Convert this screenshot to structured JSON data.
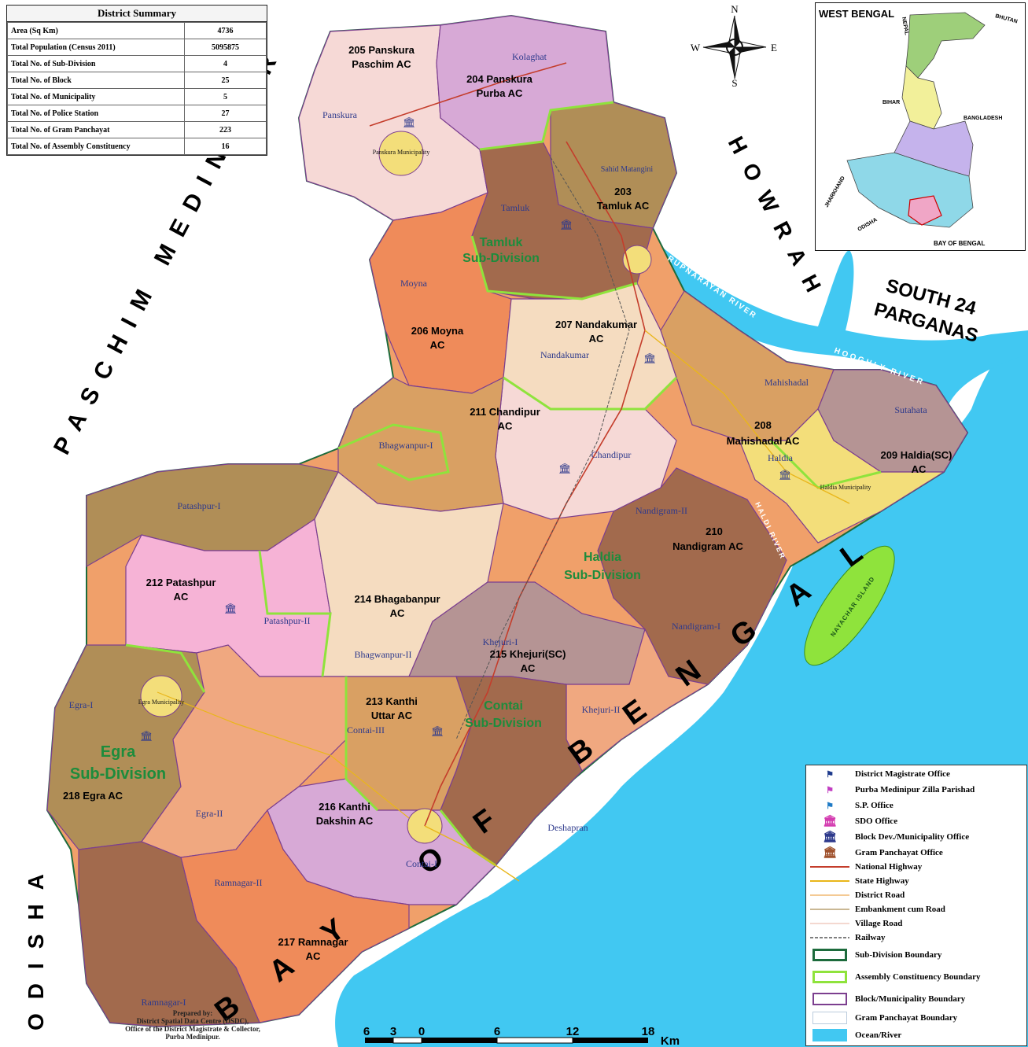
{
  "summary": {
    "title": "District Summary",
    "rows": [
      {
        "label": "Area (Sq Km)",
        "value": "4736"
      },
      {
        "label": "Total Population (Census 2011)",
        "value": "5095875"
      },
      {
        "label": "Total No. of Sub-Division",
        "value": "4"
      },
      {
        "label": "Total No. of Block",
        "value": "25"
      },
      {
        "label": "Total No. of Municipality",
        "value": "5"
      },
      {
        "label": "Total No. of Police Station",
        "value": "27"
      },
      {
        "label": "Total No. of Gram Panchayat",
        "value": "223"
      },
      {
        "label": "Total No. of Assembly Constituency",
        "value": "16"
      }
    ]
  },
  "compass": {
    "n": "N",
    "s": "S",
    "e": "E",
    "w": "W"
  },
  "neighbors": {
    "paschim_medinipur": "PASCHIM MEDINIPUR",
    "howrah": "HOWRAH",
    "south24_line1": "SOUTH 24",
    "south24_line2": "PARGANAS",
    "odisha": "ODISHA",
    "bay_of_bengal": "BAY OF BENGAL"
  },
  "rivers": {
    "rupnarayan": "RUPNARAYAN RIVER",
    "hooghly1": "HOOGHLY RIVER",
    "hooghly2": "HOOGHLY RIVER",
    "haldi": "HALDI RIVER",
    "nayachar": "NAYACHAR ISLAND"
  },
  "assembly_constituencies": [
    {
      "l1": "205 Panskura",
      "l2": "Paschim AC"
    },
    {
      "l1": "204 Panskura",
      "l2": "Purba AC"
    },
    {
      "l1": "203",
      "l2": "Tamluk AC"
    },
    {
      "l1": "206 Moyna",
      "l2": "AC"
    },
    {
      "l1": "207 Nandakumar",
      "l2": "AC"
    },
    {
      "l1": "211 Chandipur",
      "l2": "AC"
    },
    {
      "l1": "208",
      "l2": "Mahishadal AC"
    },
    {
      "l1": "209 Haldia(SC)",
      "l2": "AC"
    },
    {
      "l1": "210",
      "l2": "Nandigram AC"
    },
    {
      "l1": "212 Patashpur",
      "l2": "AC"
    },
    {
      "l1": "214 Bhagabanpur",
      "l2": "AC"
    },
    {
      "l1": "215 Khejuri(SC)",
      "l2": "AC"
    },
    {
      "l1": "213 Kanthi",
      "l2": "Uttar AC"
    },
    {
      "l1": "216 Kanthi",
      "l2": "Dakshin AC"
    },
    {
      "l1": "218 Egra AC",
      "l2": ""
    },
    {
      "l1": "217 Ramnagar",
      "l2": "AC"
    }
  ],
  "subdivisions": [
    {
      "l1": "Tamluk",
      "l2": "Sub-Division"
    },
    {
      "l1": "Haldia",
      "l2": "Sub-Division"
    },
    {
      "l1": "Contai",
      "l2": "Sub-Division"
    },
    {
      "l1": "Egra",
      "l2": "Sub-Division"
    }
  ],
  "blocks": [
    "Panskura",
    "Kolaghat",
    "Sahid Matangini",
    "Tamluk",
    "Moyna",
    "Nandakumar",
    "Mahishadal",
    "Sutahata",
    "Haldia",
    "Chandipur",
    "Bhagwanpur-I",
    "Patashpur-I",
    "Nandigram-II",
    "Nandigram-I",
    "Patashpur-II",
    "Bhagwanpur-II",
    "Khejuri-I",
    "Khejuri-II",
    "Egra-I",
    "Contai-III",
    "Egra-II",
    "Deshapran",
    "Contai-I",
    "Ramnagar-II",
    "Ramnagar-I"
  ],
  "municipalities": [
    "Panskura Municipality",
    "Haldia Municipality",
    "Egra Municipality"
  ],
  "inset": {
    "title": "WEST BENGAL",
    "labels": [
      "BHUTAN",
      "NEPAL",
      "BIHAR",
      "BANGLADESH",
      "JHARKHAND",
      "ODISHA",
      "BAY OF BENGAL"
    ]
  },
  "legend": {
    "items": [
      "District Magistrate Office",
      "Purba Medinipur Zilla Parishad",
      "S.P. Office",
      "SDO Office",
      "Block Dev./Municipality Office",
      "Gram Panchayat Office",
      "National Highway",
      "State Highway",
      "District Road",
      "Embankment cum Road",
      "Village Road",
      "Railway",
      "Sub-Division Boundary",
      "Assembly Constituency Boundary",
      "Block/Municipality Boundary",
      "Gram Panchayat Boundary",
      "Ocean/River"
    ]
  },
  "scale": {
    "ticks": [
      "6",
      "3",
      "0",
      "6",
      "12",
      "18"
    ],
    "unit": "Km"
  },
  "credit": {
    "l1": "Prepared by:",
    "l2": "District Spatial Data Centre (DSDC),",
    "l3": "Office of the District Magistrate & Collector,",
    "l4": "Purba Medinipur."
  },
  "colors": {
    "ocean": "#41c8f2",
    "pink_light": "#f6d9d6",
    "purple": "#d7a9d6",
    "olive": "#b08e57",
    "brown": "#a26a4d",
    "orange": "#ef9866",
    "tan": "#d9a063",
    "cream": "#f5dcc0",
    "yellow": "#f3de7a",
    "pink": "#f6b3d6",
    "mauve": "#b59494",
    "sub_div_boundary": "#1d6b3c",
    "ac_boundary": "#8fe33c"
  }
}
